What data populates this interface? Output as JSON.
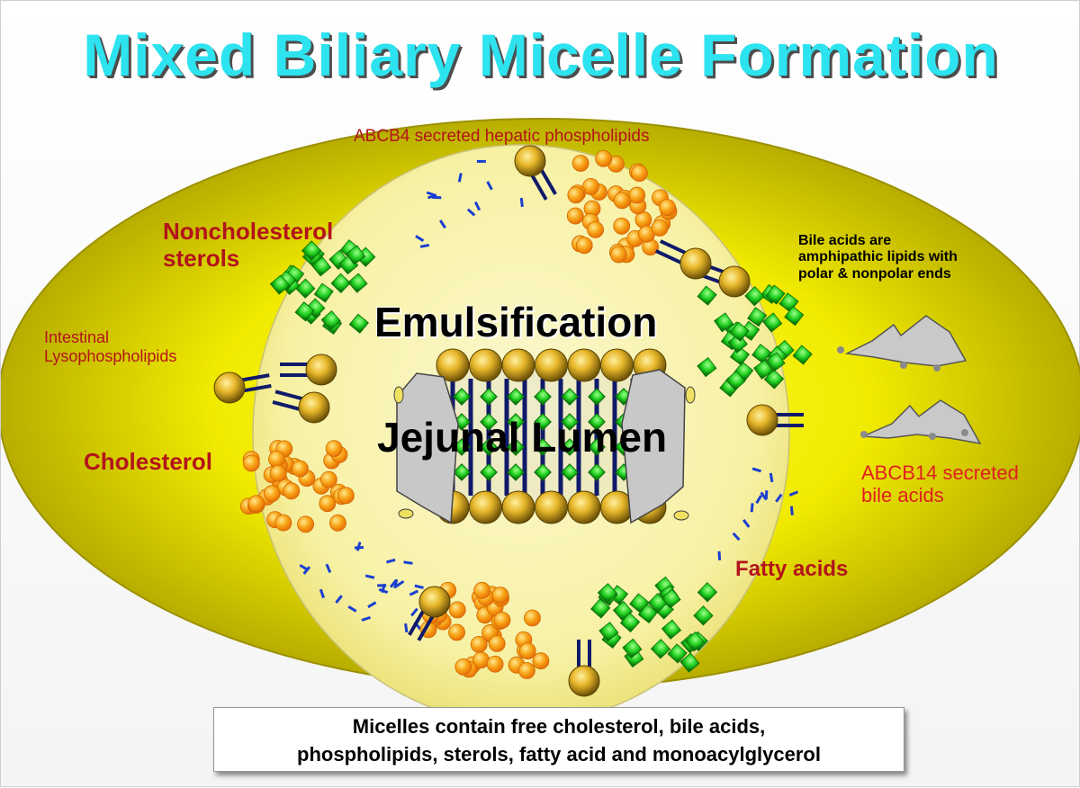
{
  "title": "Mixed Biliary Micelle Formation",
  "labels": {
    "abcb4": "ABCB4 secreted hepatic phospholipids",
    "noncholesterol_line1": "Noncholesterol",
    "noncholesterol_line2": "sterols",
    "bile_amph_line1": "Bile acids are",
    "bile_amph_line2": "amphipathic lipids with",
    "bile_amph_line3": "polar & nonpolar ends",
    "intestinal_line1": "Intestinal",
    "intestinal_line2": "Lysophospholipids",
    "cholesterol": "Cholesterol",
    "abcb14_line1": "ABCB14 secreted",
    "abcb14_line2": "bile acids",
    "fatty_acids": "Fatty acids",
    "emulsification": "Emulsification",
    "jejunal_lumen": "Jejunal Lumen"
  },
  "note": {
    "line1": "Micelles contain free cholesterol, bile acids,",
    "line2": "phospholipids, sterols, fatty acid and monoacylglycerol"
  },
  "colors": {
    "title": "#2ee3f0",
    "label_red": "#b3141b",
    "outer_oval": "#e6df00",
    "inner_circle": "#f7f2a0",
    "cholesterol_orange": "#f59a10",
    "sterol_green": "#1fc41f",
    "phospholipid_gold": "#d4a010",
    "fatty_acid_blue": "#1a3fd0"
  }
}
